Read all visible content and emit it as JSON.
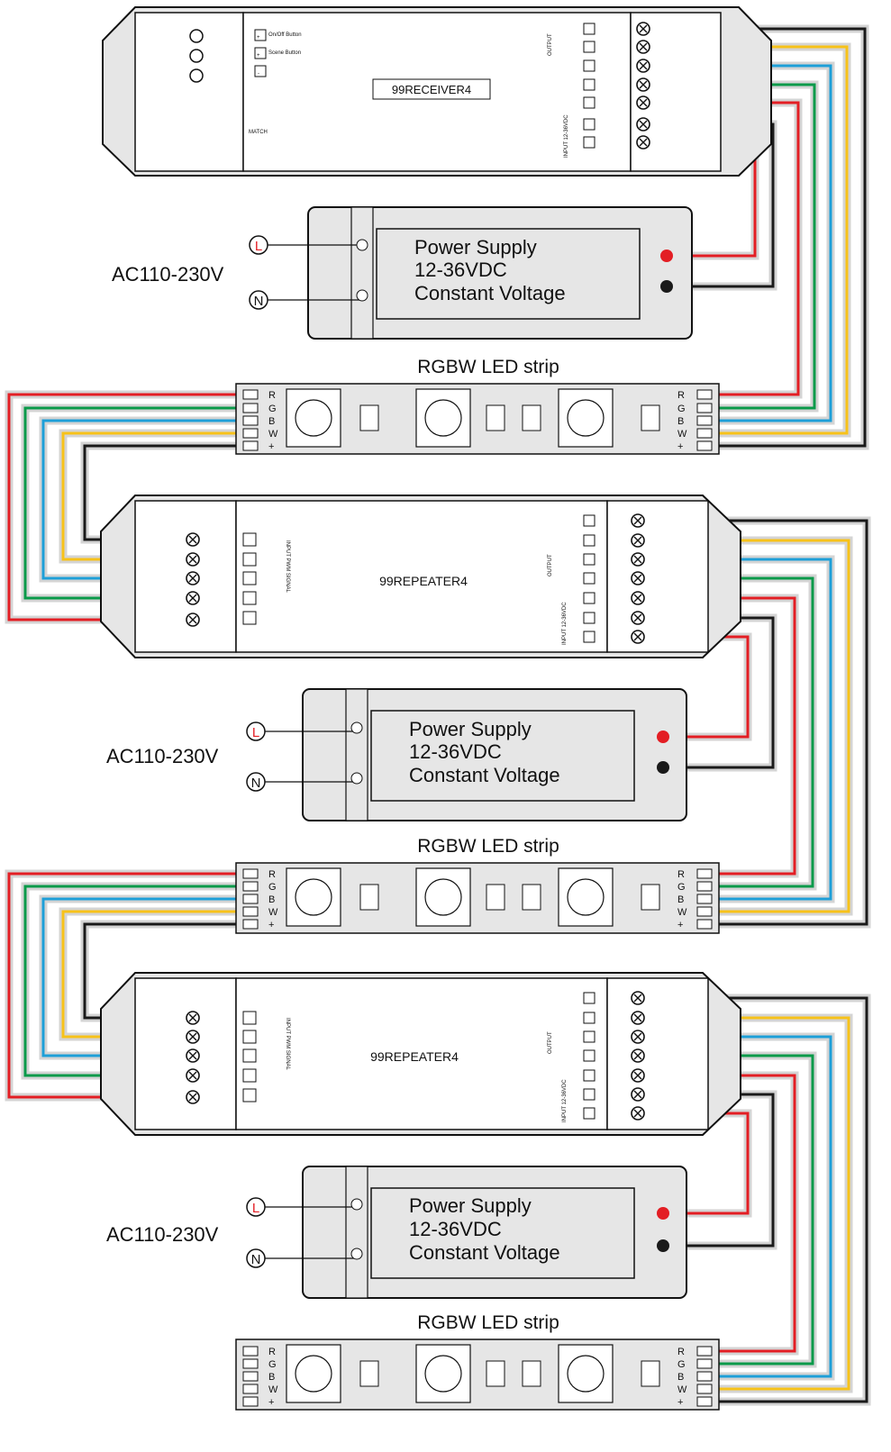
{
  "receiver": {
    "model": "99RECEIVER4",
    "btn1": "On/Off Button",
    "btn2": "Scene Button",
    "match": "MATCH",
    "output": "OUTPUT",
    "input": "INPUT 12-36VDC"
  },
  "repeaters": [
    {
      "model": "99REPEATER4",
      "input_pwm": "INPUT PWM SIGNAL",
      "output": "OUTPUT",
      "input": "INPUT 12-36VDC"
    },
    {
      "model": "99REPEATER4",
      "input_pwm": "INPUT PWM SIGNAL",
      "output": "OUTPUT",
      "input": "INPUT 12-36VDC"
    }
  ],
  "power_supply": {
    "lines": [
      "Power Supply",
      "12-36VDC",
      "Constant Voltage"
    ],
    "ac_label": "AC110-230V",
    "live": "L",
    "neutral": "N"
  },
  "led_strip": {
    "title": "RGBW LED strip",
    "pins": [
      "R",
      "G",
      "B",
      "W",
      "+"
    ]
  },
  "wire_colors": {
    "red": "#e31e24",
    "green": "#0a9a4a",
    "blue": "#1e9fd8",
    "yellow": "#f7c21a",
    "black": "#1a1a1a",
    "body_gray": "#e6e6e6",
    "frame_gray": "#d2d2d2"
  }
}
